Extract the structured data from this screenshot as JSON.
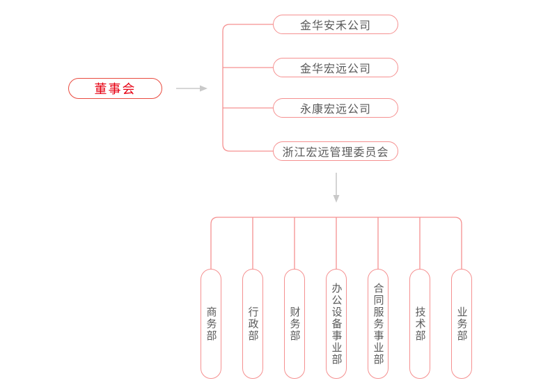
{
  "root_node": {
    "label": "董事会"
  },
  "company_nodes": [
    {
      "label": "金华安禾公司"
    },
    {
      "label": "金华宏远公司"
    },
    {
      "label": "永康宏远公司"
    },
    {
      "label": "浙江宏远管理委员会"
    }
  ],
  "department_nodes": [
    {
      "label": "商务部"
    },
    {
      "label": "行政部"
    },
    {
      "label": "财务部"
    },
    {
      "label": "办公设备事业部"
    },
    {
      "label": "合同服务事业部"
    },
    {
      "label": "技术部"
    },
    {
      "label": "业务部"
    }
  ],
  "colors": {
    "root_text": "#e60012",
    "root_border": "#e94a3f",
    "node_border": "#f59090",
    "node_text": "#595959",
    "connector": "#f59090",
    "arrow": "#c9c9c9",
    "background": "#ffffff"
  }
}
